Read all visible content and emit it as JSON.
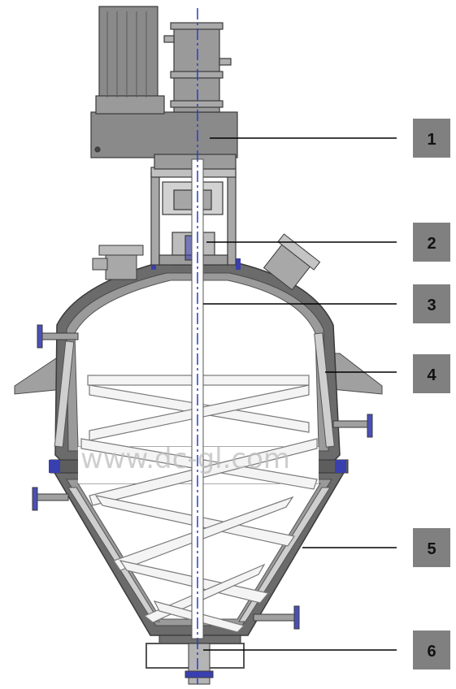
{
  "watermark": "www.dc-gl.com",
  "callouts": [
    {
      "number": "1"
    },
    {
      "number": "2"
    },
    {
      "number": "3"
    },
    {
      "number": "4"
    },
    {
      "number": "5"
    },
    {
      "number": "6"
    }
  ],
  "colors": {
    "shell": "#6b6b6b",
    "shell_light": "#9a9a9a",
    "motor": "#8a8a8a",
    "interior": "#ffffff",
    "axis_line": "#2a3cc8",
    "flange_bolt": "#3a3fb0",
    "label_box": "#808080",
    "leader": "#000000"
  },
  "icons": [
    "motor-icon",
    "gearbox-icon",
    "nozzle-icon",
    "bolt-icon"
  ]
}
